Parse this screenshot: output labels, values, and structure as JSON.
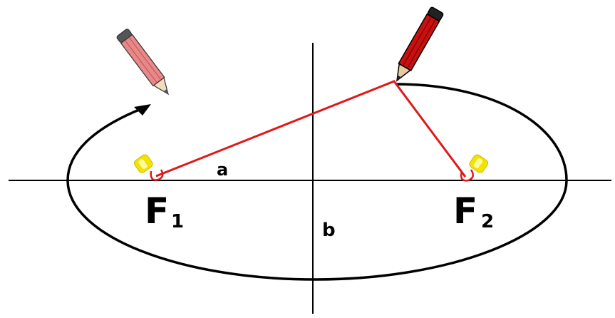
{
  "labels": {
    "focus1": "F",
    "focus1_sub": "1",
    "focus2": "F",
    "focus2_sub": "2",
    "semi_major": "a",
    "semi_minor": "b"
  },
  "colors": {
    "curve": "#000000",
    "axes": "#000000",
    "string": "#e01818",
    "pin": "#f2e400",
    "pencil_dark": "#c81010",
    "pencil_light": "#e88888"
  },
  "icons": {
    "pencil_drawing": "pencil-icon",
    "pencil_ghost": "pencil-icon",
    "pin": "pushpin-icon"
  }
}
